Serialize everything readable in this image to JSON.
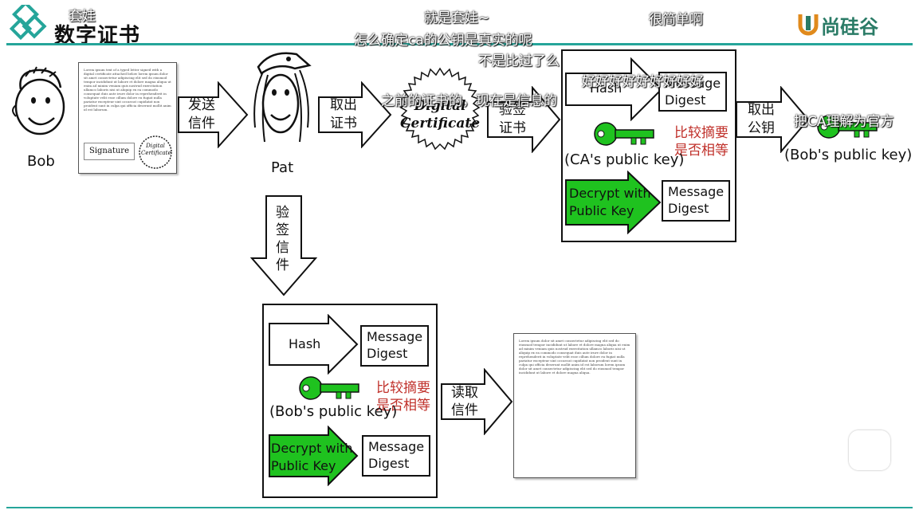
{
  "slide": {
    "section_small": "套娃",
    "title": "数字证书",
    "brand": "尚硅谷"
  },
  "danmaku": [
    "就是套娃~",
    "很简单啊",
    "怎么确定ca的公钥是真实的呢",
    "不是比过了么",
    "好好好好好好好好好",
    "之前的证书的，现在是信息的",
    "把CA理解为官方"
  ],
  "top_flow": {
    "bob_label": "Bob",
    "sig_label": "Signature",
    "cert_stamp": "Digital Certificate",
    "send_arrow": [
      "发送",
      "信件"
    ],
    "pat_label": "Pat",
    "take_cert_arrow": [
      "取出",
      "证书"
    ],
    "big_cert": "Digital Certificate",
    "verify_cert_arrow": [
      "验签",
      "证书"
    ],
    "hash": "Hash",
    "md1": "Message Digest",
    "compare": [
      "比较摘要",
      "是否相等"
    ],
    "ca_key": "(CA's public key)",
    "decrypt": [
      "Decrypt with",
      "Public Key"
    ],
    "md2": "Message Digest",
    "take_key_arrow": [
      "取出",
      "公钥"
    ],
    "bob_key": "(Bob's public key)"
  },
  "down_arrow": [
    "验",
    "签",
    "信",
    "件"
  ],
  "bottom_flow": {
    "hash": "Hash",
    "md1": "Message Digest",
    "compare": [
      "比较摘要",
      "是否相等"
    ],
    "bob_key": "(Bob's public key)",
    "decrypt": [
      "Decrypt with",
      "Public Key"
    ],
    "md2": "Message Digest",
    "read_arrow": [
      "读取",
      "信件"
    ]
  },
  "colors": {
    "accent": "#25a59a",
    "key_green": "#1fc21f",
    "red_text": "#c0312b"
  }
}
